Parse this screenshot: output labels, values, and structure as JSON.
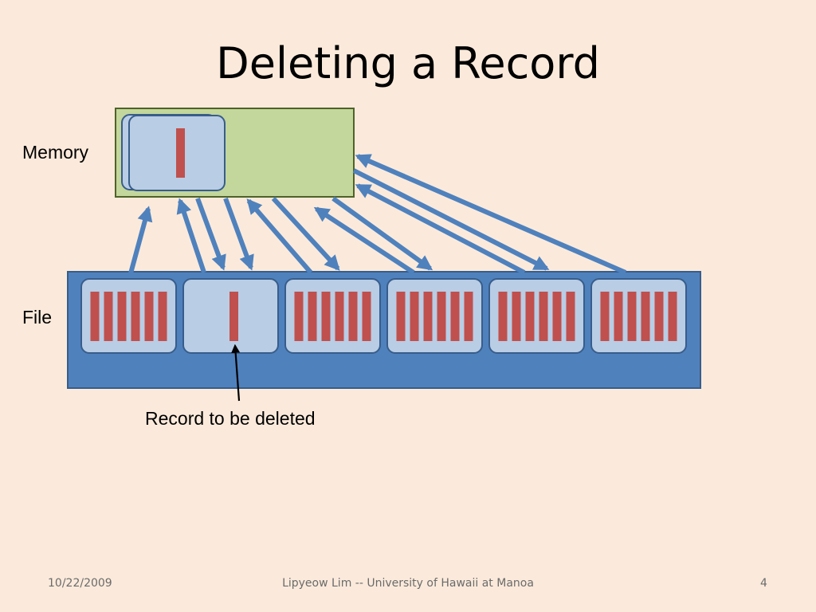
{
  "slide": {
    "title": "Deleting a Record",
    "labels": {
      "memory": "Memory",
      "file": "File",
      "annotation": "Record to be deleted"
    },
    "footer": {
      "date": "10/22/2009",
      "author": "Lipyeow Lim -- University of Hawaii at Manoa",
      "page": "4"
    }
  },
  "colors": {
    "background": "#fbeadb",
    "memory_fill": "#c3d69b",
    "memory_border": "#4f6228",
    "file_fill": "#4f81bd",
    "file_border": "#385d8a",
    "page_fill": "#b9cde5",
    "page_border": "#385d8a",
    "record_fill": "#c0504d",
    "arrow": "#4f81bd",
    "annotation_arrow": "#000000"
  },
  "diagram": {
    "file_pages": [
      {
        "records": 6
      },
      {
        "records": 1
      },
      {
        "records": 6
      },
      {
        "records": 6
      },
      {
        "records": 6
      },
      {
        "records": 6
      }
    ],
    "memory_page_records": 1
  }
}
